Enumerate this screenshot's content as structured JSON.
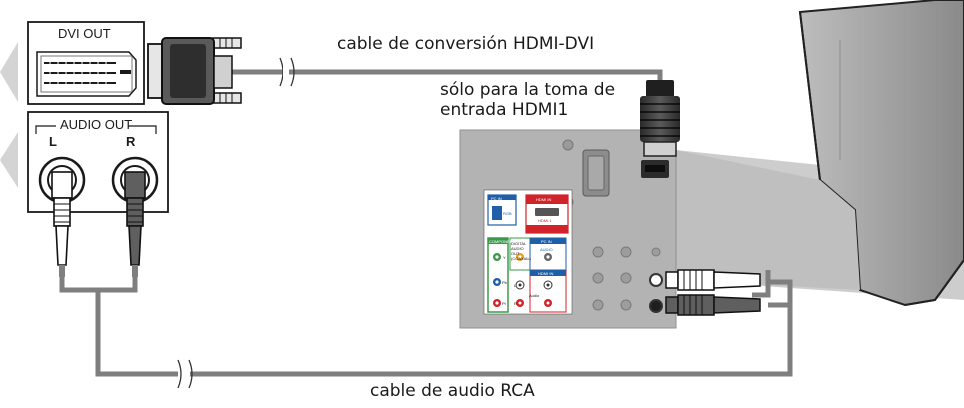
{
  "labels": {
    "dvi_out": "DVI OUT",
    "audio_out": "AUDIO OUT",
    "left_channel": "L",
    "right_channel": "R",
    "hdmi_dvi_cable": "cable de conversión HDMI-DVI",
    "hdmi1_note_line1": "sólo para la toma de",
    "hdmi1_note_line2": "entrada HDMI1",
    "rca_cable": "cable de audio RCA"
  },
  "tv_panel": {
    "pc_in": "PC IN",
    "rgb": "RGB",
    "hdmi_in": "HDMI IN",
    "hdmi1": "HDMI 1",
    "component": "COMPONENT",
    "digital_audio_out": "DIGITAL AUDIO OUT (COAXIAL)",
    "pc_in_2": "PC IN",
    "audio": "AUDIO",
    "hdmi_in_2": "HDMI IN",
    "y": "Y",
    "pb": "Pb",
    "pr": "Pr",
    "audio_l": "L",
    "audio_r": "R",
    "audio_word": "Audio"
  },
  "colors": {
    "cable_gray": "#7f7f7f",
    "panel_gray": "#b3b3b3",
    "connector_black": "#1f1f1f",
    "hdmi_red": "#d2232a",
    "pc_blue": "#1f5fa8",
    "component_green": "#3a9a4a",
    "digital_orange": "#e8a020",
    "arrow_gray": "#d4d4d4"
  }
}
